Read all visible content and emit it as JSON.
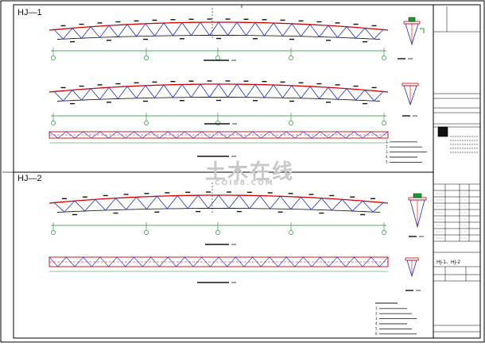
{
  "sheet": {
    "panel_1_label": "HJ—1",
    "panel_2_label": "HJ—2",
    "title_block": {
      "drawing_name": "HJ-1、HJ-2"
    }
  },
  "watermark": {
    "text": "土木在线",
    "sub": "COI88.COM"
  },
  "colors": {
    "frame": "#000000",
    "top_chord": "#d40000",
    "web": "#1a2fd6",
    "bottom_chord": "#222222",
    "member_label": "#111111",
    "grid_axis": "#1a9e2a",
    "dimension": "#1a8a2a"
  }
}
